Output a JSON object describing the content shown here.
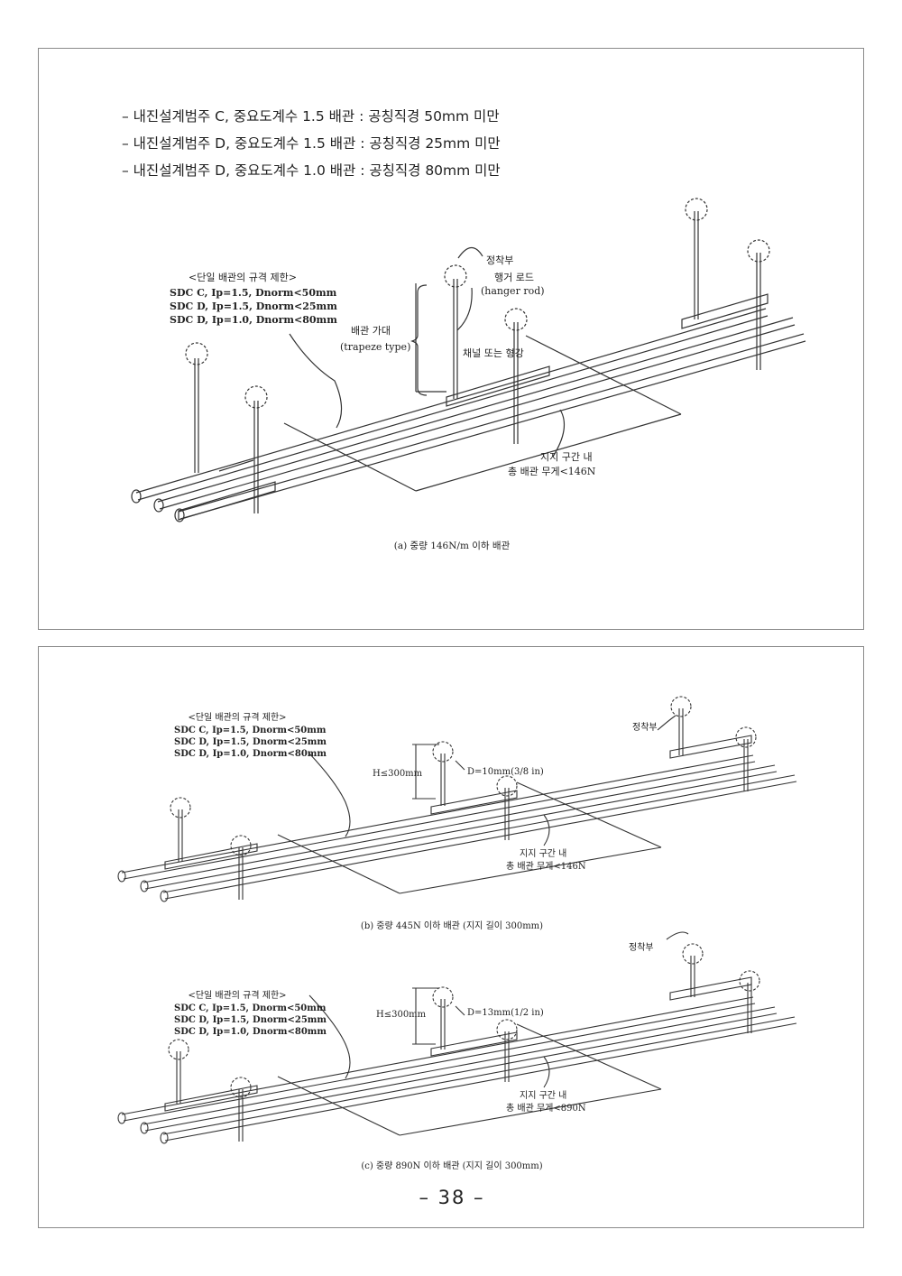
{
  "bullets": [
    "– 내진설계범주 C, 중요도계수 1.5 배관 : 공칭직경 50mm 미만",
    "– 내진설계범주 D, 중요도계수 1.5 배관 : 공칭직경 25mm 미만",
    "– 내진설계범주 D, 중요도계수 1.0 배관 : 공칭직경 80mm 미만"
  ],
  "figure_a": {
    "spec_title": "<단일 배관의 규격 제한>",
    "spec_lines": [
      "SDC C, Ip=1.5, Dnorm<50mm",
      "SDC D, Ip=1.5, Dnorm<25mm",
      "SDC D, Ip=1.0, Dnorm<80mm"
    ],
    "anchor_label": "정착부",
    "hanger_label": "행거 로드",
    "hanger_label_en": "(hanger rod)",
    "trapeze_label": "배관 가대",
    "trapeze_label_en": "(trapeze type)",
    "channel_label": "채널 또는 형강",
    "span_label_1": "지지 구간 내",
    "span_label_2": "총 배관 무게<146N",
    "caption": "(a) 중량 146N/m 이하 배관"
  },
  "figure_b": {
    "spec_title": "<단일 배관의 규격 제한>",
    "spec_lines": [
      "SDC C, Ip=1.5, Dnorm<50mm",
      "SDC D, Ip=1.5, Dnorm<25mm",
      "SDC D, Ip=1.0, Dnorm<80mm"
    ],
    "anchor_label": "정착부",
    "height_label": "H≤300mm",
    "rod_label": "D=10mm(3/8 in)",
    "span_label_1": "지지 구간 내",
    "span_label_2": "총 배관 무게<146N",
    "caption": "(b) 중량 445N 이하 배관 (지지 길이 300mm)"
  },
  "figure_c": {
    "spec_title": "<단일 배관의 규격 제한>",
    "spec_lines": [
      "SDC C, Ip=1.5, Dnorm<50mm",
      "SDC D, Ip=1.5, Dnorm<25mm",
      "SDC D, Ip=1.0, Dnorm<80mm"
    ],
    "anchor_label": "정착부",
    "height_label": "H≤300mm",
    "rod_label": "D=13mm(1/2 in)",
    "span_label_1": "지지 구간 내",
    "span_label_2": "총 배관 무게<890N",
    "caption": "(c) 중량 890N 이하 배관 (지지 길이 300mm)"
  },
  "page_number": "– 38 –"
}
